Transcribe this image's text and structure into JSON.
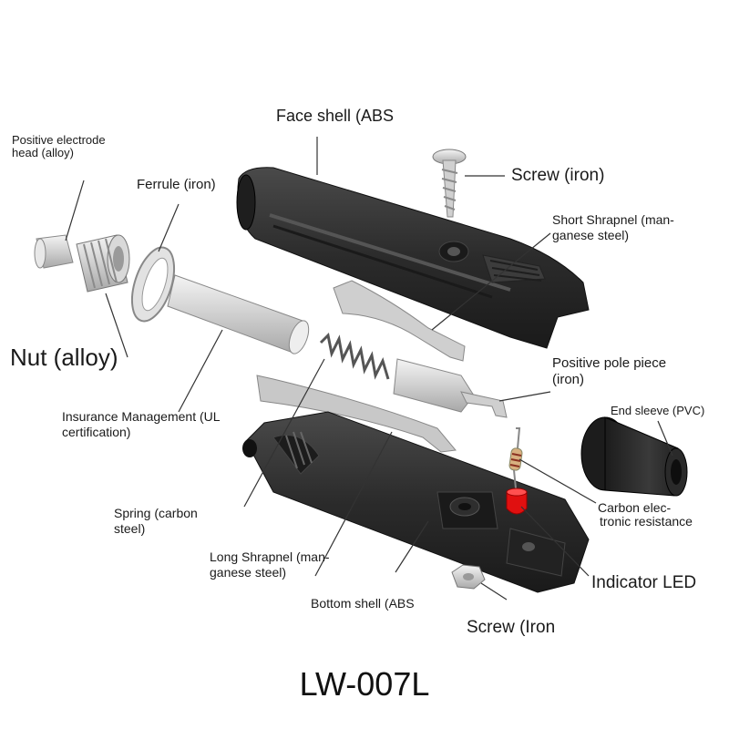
{
  "diagram": {
    "model": "LW-007L",
    "labels": {
      "face_shell": "Face shell (ABS",
      "positive_electrode_1": "Positive electrode",
      "positive_electrode_2": "head (alloy)",
      "screw_top": "Screw (iron)",
      "ferrule": "Ferrule (iron)",
      "short_shrapnel_1": "Short Shrapnel (man-",
      "short_shrapnel_2": "ganese steel)",
      "nut": "Nut (alloy)",
      "positive_pole_1": "Positive pole piece",
      "positive_pole_2": "(iron)",
      "insurance_1": "Insurance Management (UL",
      "insurance_2": "certification)",
      "end_sleeve": "End sleeve (PVC)",
      "carbon_1": "Carbon elec-",
      "carbon_2": "tronic resistance",
      "spring_1": "Spring (carbon",
      "spring_2": "steel)",
      "indicator_led": "Indicator LED",
      "long_shrapnel_1": "Long Shrapnel (man-",
      "long_shrapnel_2": "ganese steel)",
      "bottom_shell": "Bottom shell (ABS",
      "screw_bottom": "Screw (Iron"
    },
    "colors": {
      "shell": "#2b2b2b",
      "metal": "#d6d6d6",
      "led": "#e01010",
      "leader": "#333333"
    }
  }
}
